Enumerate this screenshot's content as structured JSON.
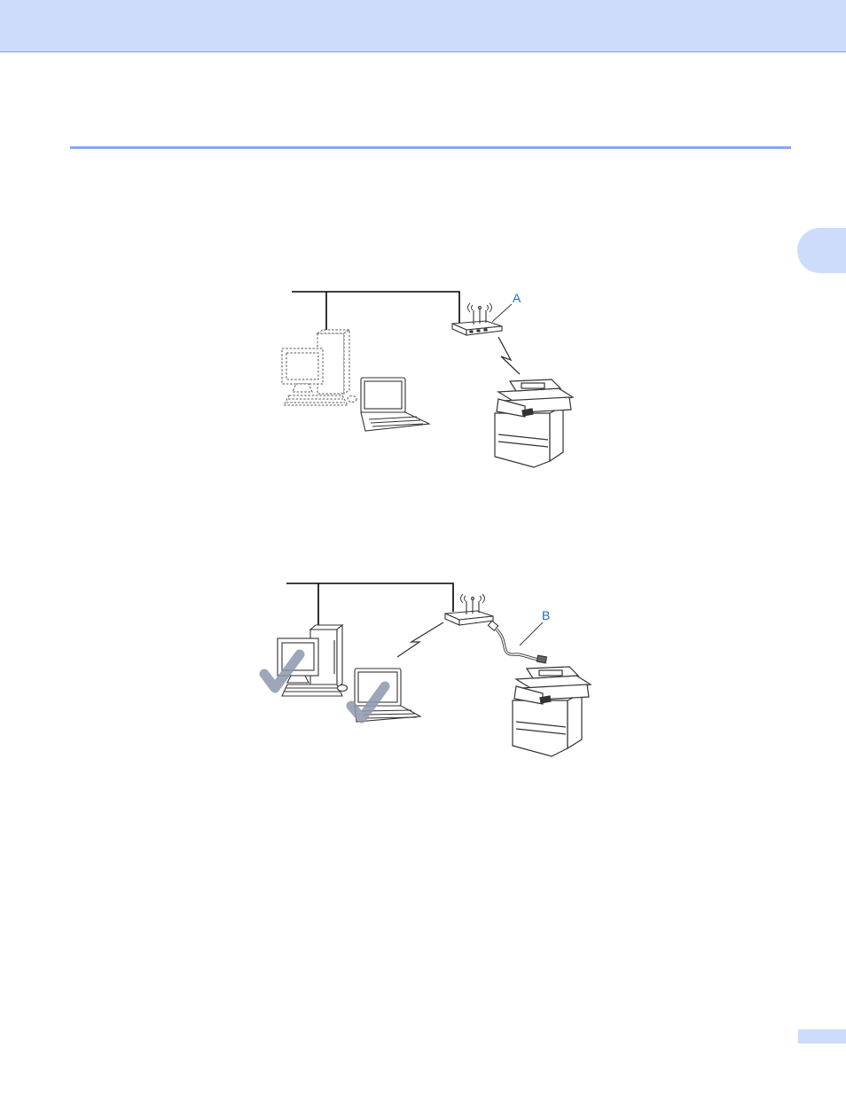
{
  "colors": {
    "header_band": "#cddcfb",
    "section_rule": "#88a6f0",
    "callout_text": "#1c6fb8",
    "check_mark": "#8d98ad"
  },
  "diagram_top": {
    "callout_label": "A",
    "devices": [
      "wired-network-line",
      "desktop-computer",
      "laptop",
      "wireless-access-point",
      "multifunction-printer"
    ]
  },
  "diagram_bottom": {
    "callout_label": "B",
    "devices": [
      "wired-network-line",
      "desktop-computer",
      "laptop",
      "wireless-access-point",
      "network-cable",
      "multifunction-printer"
    ]
  }
}
